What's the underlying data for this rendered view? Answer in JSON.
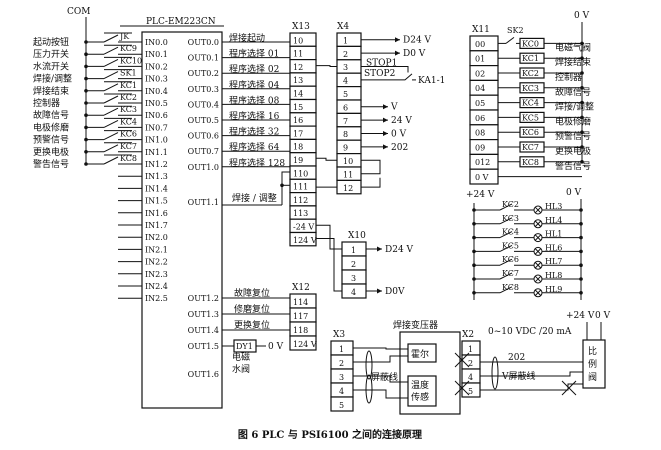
{
  "diagram": {
    "com_label": "COM",
    "zero_v_label": "0 V",
    "plc_label": "PLC-EM223CN",
    "inputs": [
      {
        "label": "起动按钮",
        "contact": "JK",
        "pin": "IN0.0"
      },
      {
        "label": "压力开关",
        "contact": "KC9",
        "pin": "IN0.1"
      },
      {
        "label": "水流开关",
        "contact": "KC10",
        "pin": "IN0.2"
      },
      {
        "label": "焊接/调整",
        "contact": "SK1",
        "pin": "IN0.3"
      },
      {
        "label": "焊接结束",
        "contact": "KC1",
        "pin": "IN0.4"
      },
      {
        "label": "控制器",
        "contact": "KC2",
        "pin": "IN0.5"
      },
      {
        "label": "故障信号",
        "contact": "KC3",
        "pin": "IN0.6"
      },
      {
        "label": "电极修磨",
        "contact": "KC4",
        "pin": "IN0.7"
      },
      {
        "label": "预警信号",
        "contact": "KC6",
        "pin": "IN1.0"
      },
      {
        "label": "更换电极",
        "contact": "KC7",
        "pin": "IN1.1"
      },
      {
        "label": "警告信号",
        "contact": "KC8",
        "pin": "IN1.2"
      }
    ],
    "extra_inputs": [
      "IN1.3",
      "IN1.4",
      "IN1.5",
      "IN1.6",
      "IN1.7",
      "IN2.0",
      "IN2.1",
      "IN2.2",
      "IN2.3",
      "IN2.4",
      "IN2.5"
    ],
    "outputs_top": [
      "OUT0.0",
      "OUT0.1",
      "OUT0.2",
      "OUT0.3",
      "OUT0.4",
      "OUT0.5",
      "OUT0.6",
      "OUT0.7",
      "OUT1.0"
    ],
    "output_labels": [
      "焊接起动",
      "程序选择 01",
      "程序选择 02",
      "程序选择 04",
      "程序选择 08",
      "程序选择 16",
      "程序选择 32",
      "程序选择 64",
      "程序选择 128"
    ],
    "out11": {
      "pin": "OUT1.1",
      "label": "焊接 / 调整"
    },
    "outputs_bottom": [
      {
        "pin": "OUT1.2",
        "label": "故障复位"
      },
      {
        "pin": "OUT1.3",
        "label": "修磨复位"
      },
      {
        "pin": "OUT1.4",
        "label": "更换复位"
      },
      {
        "pin": "OUT1.5",
        "label": "DY1"
      },
      {
        "pin": "OUT1.6",
        "label": ""
      }
    ],
    "dy1_right": "0 V",
    "valve_label_1": "电磁",
    "valve_label_2": "水阀",
    "x13": {
      "name": "X13",
      "pins": [
        "10",
        "11",
        "12",
        "13",
        "14",
        "15",
        "16",
        "17",
        "18",
        "19",
        "110",
        "111",
        "112",
        "113",
        "-24 V",
        "124 V"
      ]
    },
    "x12": {
      "name": "X12",
      "pins": [
        "114",
        "117",
        "118",
        "124 V"
      ]
    },
    "x4": {
      "name": "X4",
      "pins": [
        "1",
        "2",
        "3",
        "4",
        "5",
        "6",
        "7",
        "8",
        "9",
        "10",
        "11",
        "12"
      ]
    },
    "x4_signals": {
      "d24v": "D24 V",
      "d0v": "D0 V",
      "stop1": "STOP1",
      "stop2": "STOP2",
      "ka": "KA1-1",
      "v": "V",
      "v24": "24 V",
      "v0": "0 V",
      "code": "202"
    },
    "x10": {
      "name": "X10",
      "pins": [
        "1",
        "2",
        "3",
        "4"
      ],
      "d24v": "D24 V",
      "d0v": "D0V"
    },
    "x3": {
      "name": "X3",
      "pins": [
        "1",
        "2",
        "3",
        "4",
        "5"
      ],
      "shield": "屏蔽线"
    },
    "transformer": {
      "title": "焊接变压器",
      "box1": "霍尔",
      "box2a": "温度",
      "box2b": "传感"
    },
    "x11": {
      "name": "X11",
      "pins": [
        "00",
        "01",
        "02",
        "04",
        "05",
        "06",
        "08",
        "09",
        "012",
        "0 V"
      ],
      "sk2": "SK2"
    },
    "x11_relays": [
      {
        "coil": "KC0",
        "label": "电磁气阀"
      },
      {
        "coil": "KC1",
        "label": "焊接结束"
      },
      {
        "coil": "KC2",
        "label": "控制器"
      },
      {
        "coil": "KC3",
        "label": "故障信号"
      },
      {
        "coil": "KC4",
        "label": "焊接/调整"
      },
      {
        "coil": "KC5",
        "label": "电极修磨"
      },
      {
        "coil": "KC6",
        "label": "预警信号"
      },
      {
        "coil": "KC7",
        "label": "更换电极"
      },
      {
        "coil": "KC8",
        "label": "警告信号"
      }
    ],
    "lamp_supply_left": "+24 V",
    "lamp_supply_right": "0 V",
    "lamps": [
      {
        "contact": "KC2",
        "lamp": "HL3"
      },
      {
        "contact": "KC3",
        "lamp": "HL4"
      },
      {
        "contact": "KC4",
        "lamp": "HL1"
      },
      {
        "contact": "KC5",
        "lamp": "HL6"
      },
      {
        "contact": "KC6",
        "lamp": "HL7"
      },
      {
        "contact": "KC7",
        "lamp": "HL8"
      },
      {
        "contact": "KC8",
        "lamp": "HL9"
      }
    ],
    "x2": {
      "name": "X2",
      "pins": [
        "1",
        "2",
        "4",
        "5"
      ],
      "code": "202",
      "shield": "V屏蔽线",
      "range": "0~10 VDC /20 mA",
      "supply_p": "+24 V",
      "supply_0": "0 V",
      "valve_a": "比",
      "valve_b": "例",
      "valve_c": "阀"
    },
    "caption": "图 6   PLC 与 PSI6100 之间的连接原理"
  }
}
